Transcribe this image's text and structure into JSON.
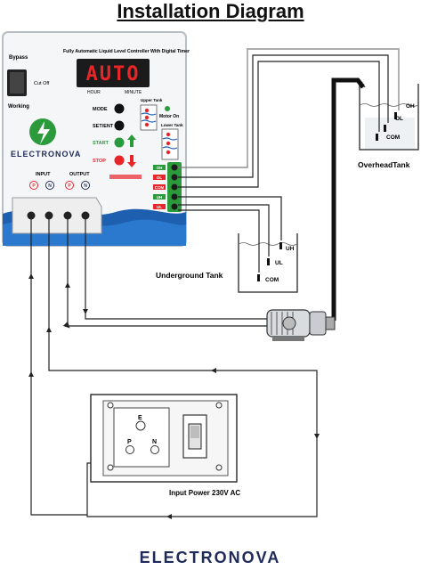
{
  "title": "Installation Diagram",
  "controller": {
    "header": "Fully Automatic Liquid Level Controller With Digital Timer",
    "display": "AUTO",
    "hour_label": "HOUR",
    "minute_label": "MINUTE",
    "bypass": "Bypass",
    "cut_off": "Cut Off",
    "working": "Working",
    "mode": "MODE",
    "set_ent": "SET/ENT",
    "start": "START",
    "stop": "STOP",
    "upper_tank": "Upper Tank",
    "motor_on": "Motor On",
    "lower_tank": "Lower Tank",
    "brand": "ELECTRONOVA",
    "input": "INPUT",
    "output": "OUTPUT",
    "p": "P",
    "n": "N",
    "terminals": [
      "OH",
      "OL",
      "COM",
      "UH",
      "UL"
    ]
  },
  "overhead": {
    "label": "OverheadTank",
    "oh": "OH",
    "ol": "OL",
    "com": "COM"
  },
  "underground": {
    "label": "Underground Tank",
    "uh": "UH",
    "ul": "UL",
    "com": "COM"
  },
  "power": {
    "label": "Input Power 230V AC",
    "e": "E",
    "p": "P",
    "n": "N"
  },
  "footer_brand": "ELECTRONOVA",
  "colors": {
    "display_red": "#e8262a",
    "panel_blue": "#1f5fb0",
    "brand_navy": "#1d2a5a",
    "green": "#2a9a3a"
  }
}
